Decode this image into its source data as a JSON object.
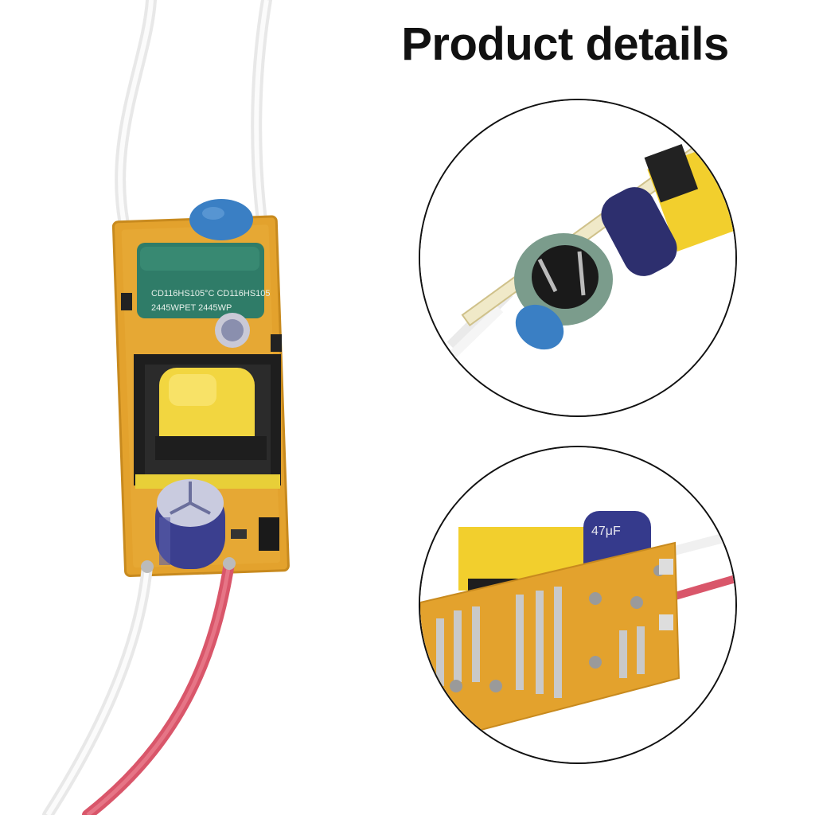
{
  "title": "Product details",
  "colors": {
    "pcb": "#e3a22d",
    "pcb_edge": "#c88a1e",
    "wire_white": "#f2f2f2",
    "wire_red": "#d9566a",
    "film_cap": "#2f7c68",
    "coil_yellow": "#f2d640",
    "electrolytic": "#3b3f8f",
    "ceramic_cap": "#3a7fc4"
  },
  "main_image": {
    "film_capacitor_label_1": "CD116HS105°C CD116HS105",
    "film_capacitor_label_2": "2445WPET 2445WP"
  },
  "detail_2": {
    "capacitor_label": "47μF"
  }
}
